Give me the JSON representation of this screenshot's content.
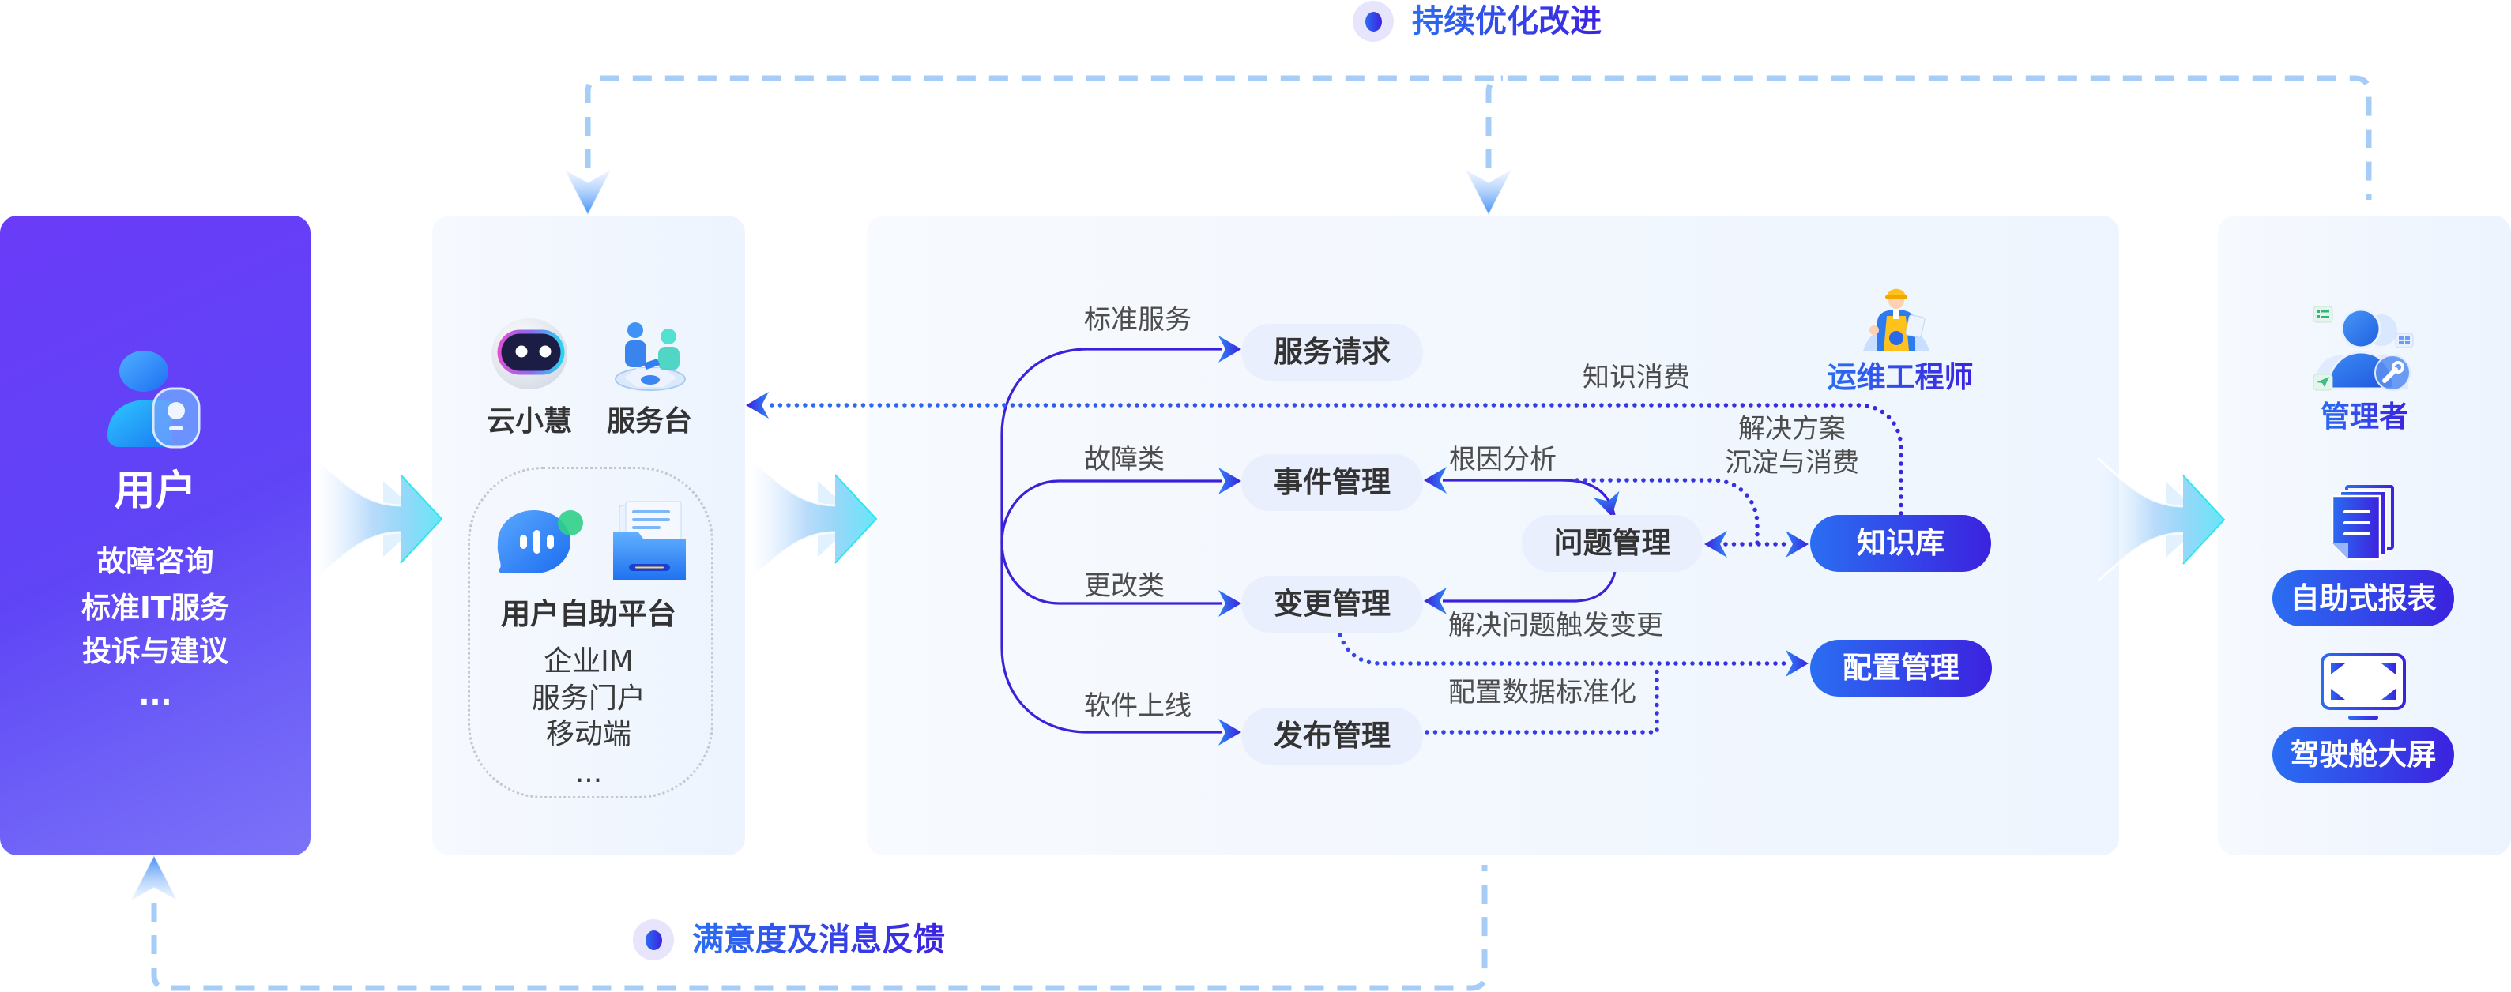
{
  "loops": {
    "top": {
      "label": "持续优化改进"
    },
    "bottom": {
      "label": "满意度及消息反馈"
    }
  },
  "user_panel": {
    "icon": "user-icon",
    "title": "用户",
    "items": [
      "故障咨询",
      "标准IT服务",
      "投诉与建议",
      "..."
    ]
  },
  "entry_panel": {
    "channels": [
      {
        "label": "云小慧",
        "icon": "robot-assistant-icon"
      },
      {
        "label": "服务台",
        "icon": "service-desk-icon"
      }
    ],
    "self_service": {
      "title": "用户自助平台",
      "icons": [
        "chat-bubble-icon",
        "folder-icon"
      ],
      "items": [
        "企业IM",
        "服务门户",
        "移动端",
        "..."
      ]
    }
  },
  "process_panel": {
    "engineer": {
      "label": "运维工程师",
      "icon": "engineer-icon"
    },
    "nodes": {
      "service_request": "服务请求",
      "incident": "事件管理",
      "problem": "问题管理",
      "change": "变更管理",
      "release": "发布管理",
      "knowledge_base": "知识库",
      "config": "配置管理"
    },
    "edges": [
      {
        "id": "standard_service",
        "from": "entry",
        "to": "service_request",
        "label": "标准服务",
        "style": "solid"
      },
      {
        "id": "fault",
        "from": "entry",
        "to": "incident",
        "label": "故障类",
        "style": "solid"
      },
      {
        "id": "change_type",
        "from": "entry",
        "to": "change",
        "label": "更改类",
        "style": "solid"
      },
      {
        "id": "software_release",
        "from": "entry",
        "to": "release",
        "label": "软件上线",
        "style": "solid"
      },
      {
        "id": "root_cause",
        "from": "incident",
        "to": "problem",
        "label": "根因分析",
        "style": "solid",
        "direction": "both"
      },
      {
        "id": "knowledge_consumption",
        "from": "knowledge_base",
        "to": "entry",
        "label": "知识消费",
        "style": "dotted"
      },
      {
        "id": "solution_sedimentation",
        "from": "incident",
        "to": "knowledge_base",
        "label_lines": [
          "解决方案",
          "沉淀与消费"
        ],
        "style": "dotted"
      },
      {
        "id": "problem_knowledge",
        "from": "problem",
        "to": "knowledge_base",
        "style": "dotted",
        "direction": "both"
      },
      {
        "id": "problem_triggers_change",
        "from": "problem",
        "to": "change",
        "label": "解决问题触发变更",
        "style": "solid"
      },
      {
        "id": "config_standardization",
        "from": "change",
        "to": "config",
        "label": "配置数据标准化",
        "style": "dotted"
      },
      {
        "id": "release_config",
        "from": "release",
        "to": "config",
        "style": "dotted"
      }
    ]
  },
  "manager_panel": {
    "label": "管理者",
    "icon": "manager-icon",
    "outputs": [
      {
        "label": "自助式报表",
        "icon": "report-icon"
      },
      {
        "label": "驾驶舱大屏",
        "icon": "dashboard-screen-icon"
      }
    ]
  },
  "colors": {
    "accent_blue": "#2a6ef2",
    "accent_purple": "#3c22df",
    "line": "#3b22da",
    "loop_dash": "#a6ccf8",
    "node_bg": "#e9effc",
    "label_text": "#4d4d4d",
    "user_panel_start": "#6a3bf8",
    "user_panel_end": "#7c72f8",
    "flow_arrow": "#67e6f7"
  }
}
